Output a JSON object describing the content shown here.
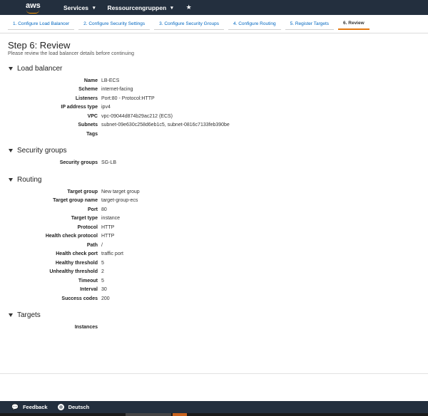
{
  "topnav": {
    "logo": "aws",
    "services": "Services",
    "resource_groups": "Ressourcengruppen",
    "pin_icon": "pin-icon"
  },
  "tabs": [
    {
      "label": "1. Configure Load Balancer",
      "active": false
    },
    {
      "label": "2. Configure Security Settings",
      "active": false
    },
    {
      "label": "3. Configure Security Groups",
      "active": false
    },
    {
      "label": "4. Configure Routing",
      "active": false
    },
    {
      "label": "5. Register Targets",
      "active": false
    },
    {
      "label": "6. Review",
      "active": true
    }
  ],
  "page": {
    "title": "Step 6: Review",
    "subtitle": "Please review the load balancer details before continuing"
  },
  "load_balancer": {
    "heading": "Load balancer",
    "rows": [
      {
        "label": "Name",
        "value": "LB-ECS"
      },
      {
        "label": "Scheme",
        "value": "internet-facing"
      },
      {
        "label": "Listeners",
        "value": "Port:80 - Protocol:HTTP"
      },
      {
        "label": "IP address type",
        "value": "ipv4"
      },
      {
        "label": "VPC",
        "value": "vpc-09044d874b29ac212 (ECS)"
      },
      {
        "label": "Subnets",
        "value": "subnet-09e630c258d6eb1c5, subnet-0816c7133feb390be"
      },
      {
        "label": "Tags",
        "value": ""
      }
    ]
  },
  "security_groups": {
    "heading": "Security groups",
    "rows": [
      {
        "label": "Security groups",
        "value": "SG-LB"
      }
    ]
  },
  "routing": {
    "heading": "Routing",
    "rows": [
      {
        "label": "Target group",
        "value": "New target group"
      },
      {
        "label": "Target group name",
        "value": "target-group-ecs"
      },
      {
        "label": "Port",
        "value": "80"
      },
      {
        "label": "Target type",
        "value": "instance"
      },
      {
        "label": "Protocol",
        "value": "HTTP"
      },
      {
        "label": "Health check protocol",
        "value": "HTTP"
      },
      {
        "label": "Path",
        "value": "/"
      },
      {
        "label": "Health check port",
        "value": "traffic port"
      },
      {
        "label": "Healthy threshold",
        "value": "5"
      },
      {
        "label": "Unhealthy threshold",
        "value": "2"
      },
      {
        "label": "Timeout",
        "value": "5"
      },
      {
        "label": "Interval",
        "value": "30"
      },
      {
        "label": "Success codes",
        "value": "200"
      }
    ]
  },
  "targets": {
    "heading": "Targets",
    "rows": [
      {
        "label": "Instances",
        "value": ""
      }
    ]
  },
  "footer": {
    "feedback": "Feedback",
    "language": "Deutsch"
  },
  "colors": {
    "nav_bg": "#232f3e",
    "accent": "#ff9900",
    "tab_active": "#e47911",
    "link": "#0066c0"
  }
}
